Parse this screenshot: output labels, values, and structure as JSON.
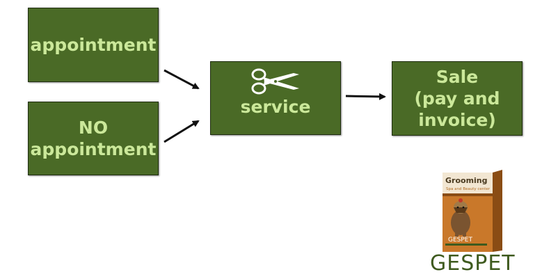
{
  "colors": {
    "node_fill": "#4a6a26",
    "node_text": "#cbe89a",
    "arrow": "#111111",
    "brand_green": "#3e5a1e",
    "box_orange": "#c9782a"
  },
  "nodes": {
    "appointment": {
      "lines": [
        "appointment"
      ]
    },
    "no_appointment": {
      "lines": [
        "NO",
        "appointment"
      ]
    },
    "service": {
      "icon": "scissors-icon",
      "lines": [
        "service"
      ]
    },
    "sale": {
      "lines": [
        "Sale",
        "(pay and",
        "invoice)"
      ]
    }
  },
  "edges": [
    {
      "from": "appointment",
      "to": "service"
    },
    {
      "from": "no_appointment",
      "to": "service"
    },
    {
      "from": "service",
      "to": "sale"
    }
  ],
  "product": {
    "box_title": "Grooming",
    "box_subtitle": "Spa and Beauty center",
    "box_brand": "GESPET",
    "logo_text": "GESPET"
  }
}
